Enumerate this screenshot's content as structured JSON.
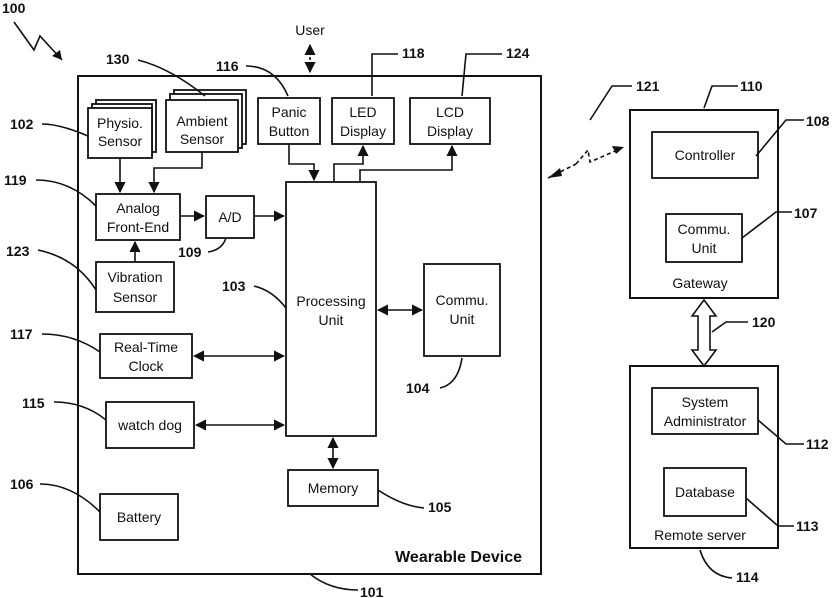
{
  "figure": {
    "ref_main": "100",
    "user_label": "User",
    "wearable": {
      "title": "Wearable Device",
      "ref": "101",
      "blocks": {
        "physio": {
          "line1": "Physio.",
          "line2": "Sensor",
          "ref": "102"
        },
        "ambient": {
          "line1": "Ambient",
          "line2": "Sensor",
          "ref": "130"
        },
        "panic": {
          "line1": "Panic",
          "line2": "Button",
          "ref": "116"
        },
        "led": {
          "line1": "LED",
          "line2": "Display",
          "ref": "118"
        },
        "lcd": {
          "line1": "LCD",
          "line2": "Display",
          "ref": "124"
        },
        "afe": {
          "line1": "Analog",
          "line2": "Front-End",
          "ref": "119"
        },
        "ad": {
          "line1": "A/D",
          "ref": "109"
        },
        "vibration": {
          "line1": "Vibration",
          "line2": "Sensor",
          "ref": "123"
        },
        "processing": {
          "line1": "Processing",
          "line2": "Unit",
          "ref": "103"
        },
        "commu": {
          "line1": "Commu.",
          "line2": "Unit",
          "ref": "104"
        },
        "rtc": {
          "line1": "Real-Time",
          "line2": "Clock",
          "ref": "117"
        },
        "watchdog": {
          "line1": "watch dog",
          "ref": "115"
        },
        "memory": {
          "line1": "Memory",
          "ref": "105"
        },
        "battery": {
          "line1": "Battery",
          "ref": "106"
        }
      }
    },
    "wireless_ref": "121",
    "gateway": {
      "title": "Gateway",
      "ref": "110",
      "controller": {
        "line1": "Controller",
        "ref": "108"
      },
      "commu": {
        "line1": "Commu.",
        "line2": "Unit",
        "ref": "107"
      }
    },
    "link_ref": "120",
    "server": {
      "title": "Remote server",
      "ref": "114",
      "admin": {
        "line1": "System",
        "line2": "Administrator",
        "ref": "112"
      },
      "database": {
        "line1": "Database",
        "ref": "113"
      }
    }
  }
}
